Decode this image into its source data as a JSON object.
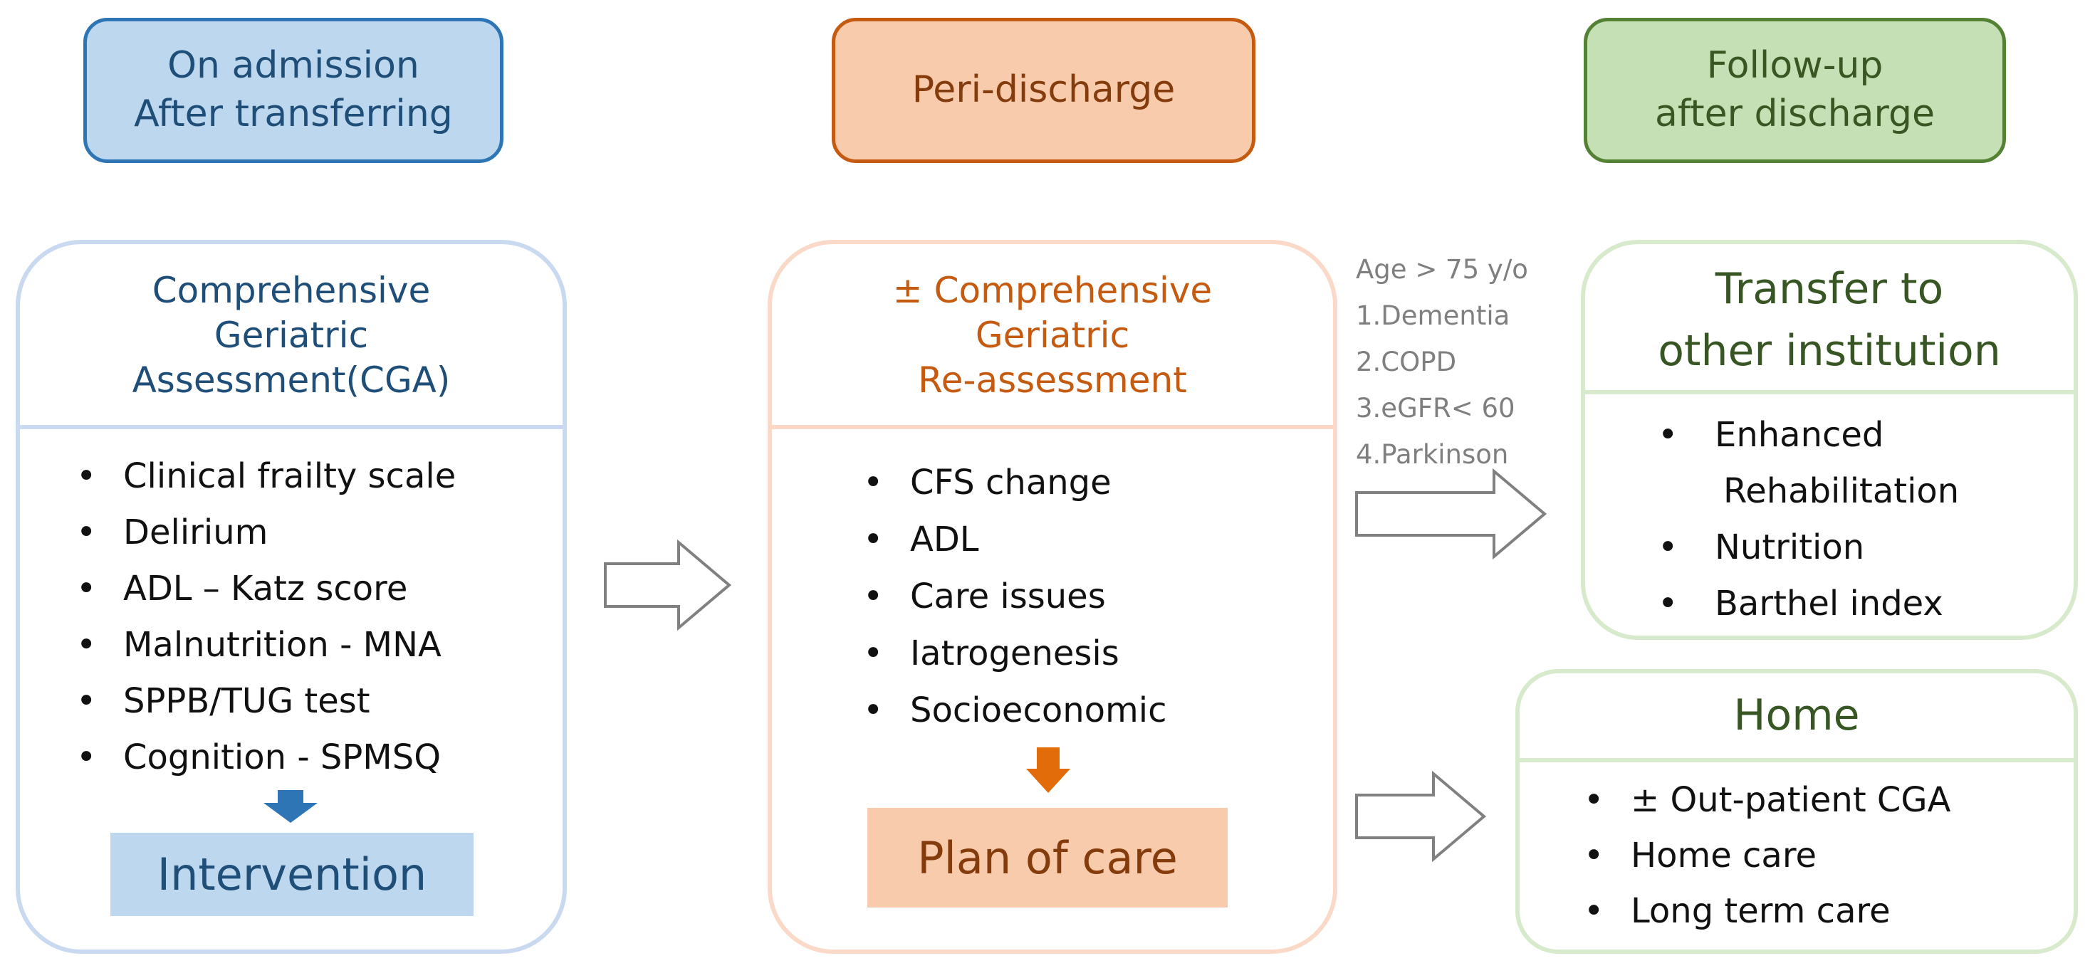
{
  "phases": {
    "admission": {
      "line1": "On admission",
      "line2": "After transferring"
    },
    "peri_discharge": {
      "label": "Peri-discharge"
    },
    "follow_up": {
      "line1": "Follow-up",
      "line2": "after discharge"
    }
  },
  "cga_panel": {
    "title_lines": [
      "Comprehensive",
      "Geriatric",
      "Assessment(CGA)"
    ],
    "items": [
      "Clinical frailty scale",
      "Delirium",
      "ADL – Katz score",
      "Malnutrition - MNA",
      "SPPB/TUG test",
      "Cognition - SPMSQ"
    ],
    "outcome": "Intervention"
  },
  "reassess_panel": {
    "title_lines": [
      "± Comprehensive",
      "Geriatric",
      "Re-assessment"
    ],
    "items": [
      "CFS change",
      "ADL",
      "Care issues",
      "Iatrogenesis",
      "Socioeconomic"
    ],
    "outcome": "Plan of care"
  },
  "criteria": {
    "lines": [
      "Age > 75 y/o",
      "1.Dementia",
      "2.COPD",
      "3.eGFR< 60",
      "4.Parkinson"
    ]
  },
  "transfer_panel": {
    "title_lines": [
      "Transfer to",
      "other institution"
    ],
    "items": [
      "Enhanced",
      "Rehabilitation",
      "Nutrition",
      "Barthel index"
    ]
  },
  "home_panel": {
    "title": "Home",
    "items": [
      "± Out-patient CGA",
      "Home care",
      "Long term care"
    ]
  },
  "colors": {
    "blue_fill": "#bdd7ee",
    "blue_border": "#2e75b6",
    "orange_fill": "#f8cbad",
    "orange_border": "#c55a11",
    "green_fill": "#c5e0b4",
    "green_border": "#548235",
    "arrow_down_blue": "#2e75b6",
    "arrow_down_orange": "#e26b0a",
    "arrow_outline": "#808080"
  }
}
